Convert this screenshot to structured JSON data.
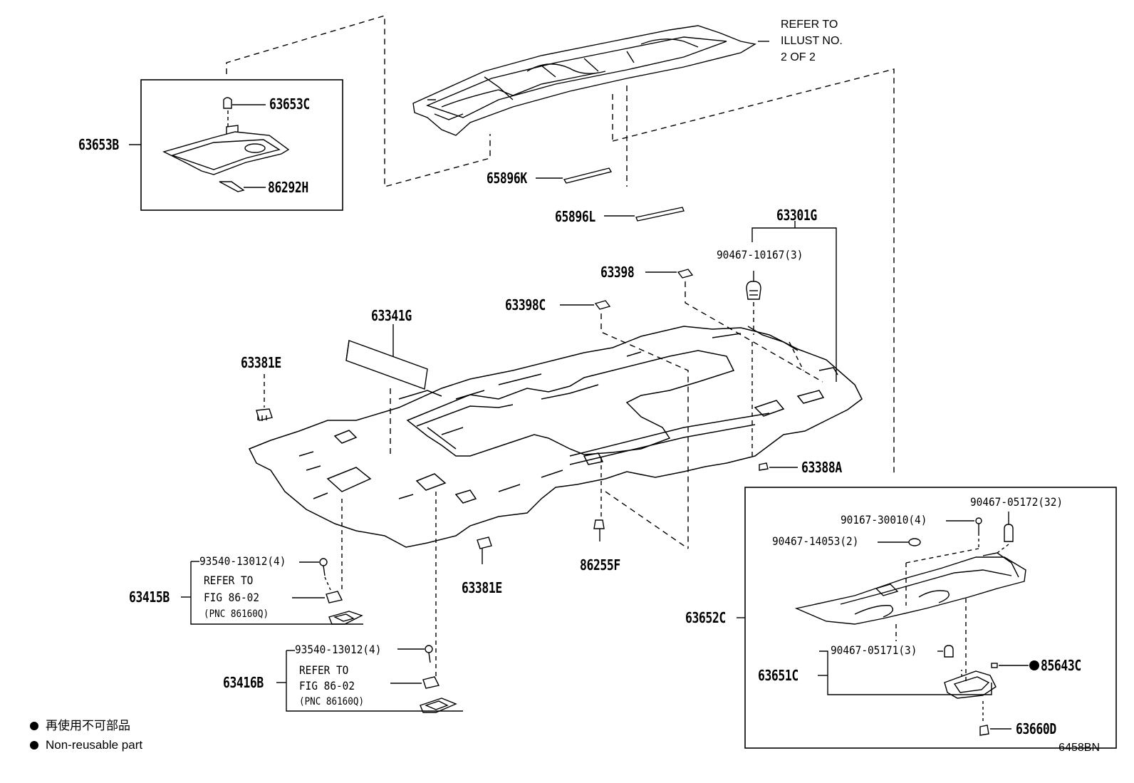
{
  "notes": {
    "refer_illust": "REFER TO\nILLUST NO.\n2 OF 2"
  },
  "parts": {
    "p63653C": "63653C",
    "p63653B": "63653B",
    "p86292H": "86292H",
    "p65896K": "65896K",
    "p65896L": "65896L",
    "p63301G": "63301G",
    "p90467_10167": "90467-10167(3)",
    "p63398": "63398",
    "p63398C": "63398C",
    "p63341G": "63341G",
    "p63381E_top": "63381E",
    "p63388A": "63388A",
    "p90467_05172": "90467-05172(32)",
    "p90167_30010": "90167-30010(4)",
    "p90467_14053": "90467-14053(2)",
    "p93540_a": "93540-13012(4)",
    "p63415B": "63415B",
    "p63381E_bot": "63381E",
    "p86255F": "86255F",
    "p63652C": "63652C",
    "p90467_05171": "90467-05171(3)",
    "p63651C": "63651C",
    "p85643C": "85643C",
    "p93540_b": "93540-13012(4)",
    "p63416B": "63416B",
    "p63660D": "63660D"
  },
  "refer_fig": {
    "a_line1": "REFER TO",
    "a_line2": "FIG 86-02",
    "a_line3": "(PNC 86160Q)",
    "b_line1": "REFER TO",
    "b_line2": "FIG 86-02",
    "b_line3": "(PNC 86160Q)"
  },
  "legend": {
    "item1": "再使用不可部品",
    "item2": "Non-reusable part"
  },
  "code": "6458BN",
  "colors": {
    "ink": "#000000",
    "background": "#ffffff"
  }
}
